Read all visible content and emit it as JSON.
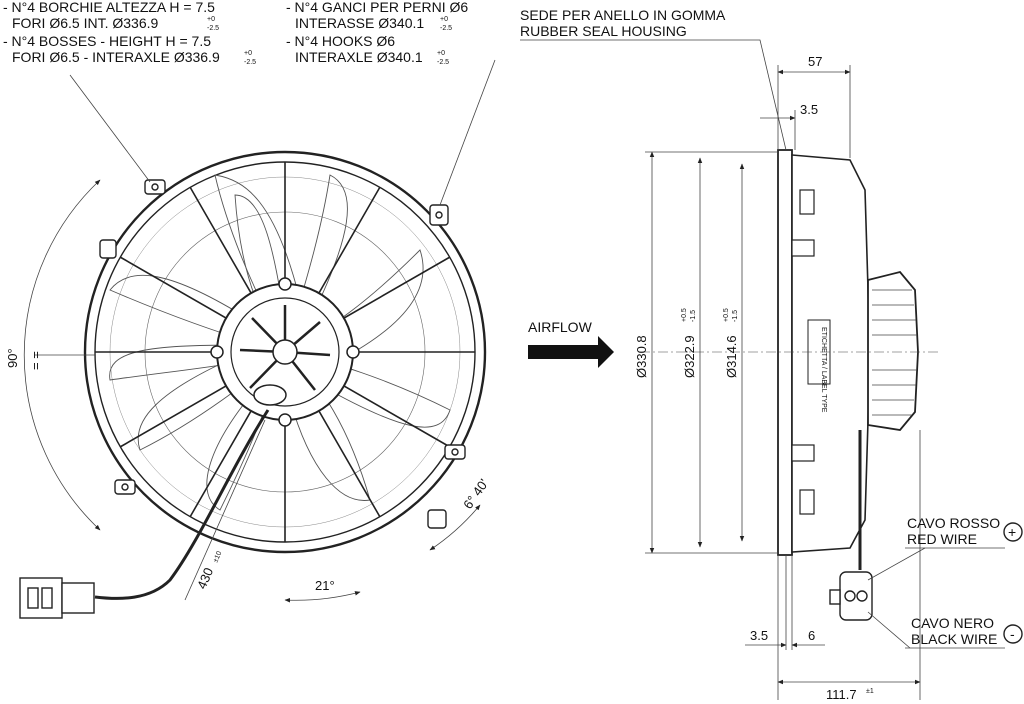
{
  "front_view": {
    "bosses_note": {
      "line1": "- N°4 BORCHIE ALTEZZA H = 7.5",
      "line2": "FORI Ø6.5 INT. Ø336.9",
      "line3": "- N°4 BOSSES - HEIGHT H = 7.5",
      "line4": "FORI Ø6.5 - INTERAXLE Ø336.9",
      "tol_plus": "+0",
      "tol_minus": "-2.5"
    },
    "hooks_note": {
      "line1": "- N°4 GANCI PER PERNI Ø6",
      "line2": "INTERASSE Ø340.1",
      "line3": "- N°4 HOOKS Ø6",
      "line4": "INTERAXLE Ø340.1",
      "tol_plus": "+0",
      "tol_minus": "-2.5"
    },
    "dim_90": "90°",
    "dim_equal": "= =",
    "dim_21": "21°",
    "dim_6_40": "6° 40'",
    "dim_430": "430",
    "dim_430_tol": "±10"
  },
  "airflow_label": "AIRFLOW",
  "side_view": {
    "seal_housing_it": "SEDE PER ANELLO IN GOMMA",
    "seal_housing_en": "RUBBER SEAL HOUSING",
    "dim_57": "57",
    "dim_3_5_top": "3.5",
    "dim_330_8": "Ø330.8",
    "dim_322_9": "Ø322.9",
    "dim_322_9_tol_plus": "+0.5",
    "dim_322_9_tol_minus": "-1.5",
    "dim_314_6": "Ø314.6",
    "dim_314_6_tol_plus": "+0.5",
    "dim_314_6_tol_minus": "-1.5",
    "dim_3_5_bottom": "3.5",
    "dim_6": "6",
    "dim_111_7": "111.7",
    "dim_111_7_tol": "±1",
    "label_text": "ETICHETTA / LABEL TYPE",
    "red_wire_it": "CAVO ROSSO",
    "red_wire_en": "RED WIRE",
    "black_wire_it": "CAVO NERO",
    "black_wire_en": "BLACK WIRE",
    "plus_symbol": "+",
    "minus_symbol": "-"
  }
}
